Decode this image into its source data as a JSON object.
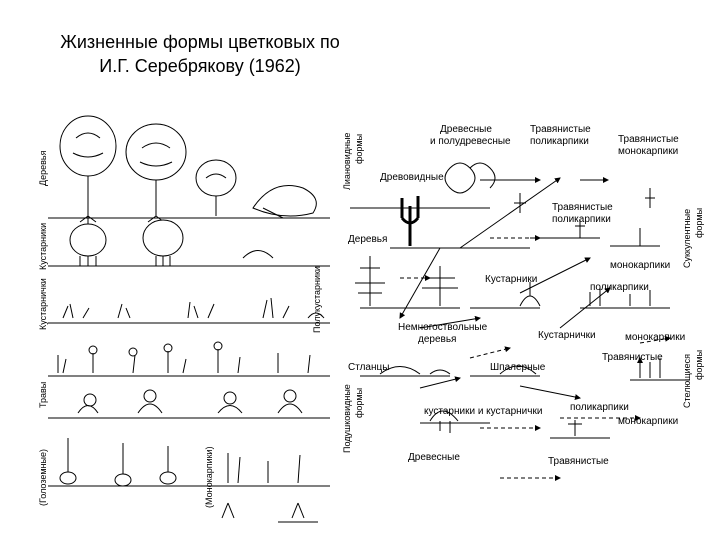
{
  "title": {
    "line1": "Жизненные формы цветковых по",
    "line2": "И.Г. Серебрякову (1962)"
  },
  "left_panel": {
    "row_labels": [
      "Деревья",
      "Кустарники",
      "Кустарнички",
      "Полукустарники",
      "Травы",
      "(Голоземные)",
      "(Монокарпики)"
    ]
  },
  "right_panel": {
    "labels": {
      "drevesnye": "Древесные",
      "i_polu": "и полудревесные",
      "trav_polikarpiki": "Травянистые",
      "polikarpiki1": "поликарпики",
      "trav_monokarpiki": "Травянистые",
      "monokarpiki1": "монокарпики",
      "drevovidnye": "Древовидные",
      "trav_polikarp2": "Травянистые",
      "polikarpiki2": "поликарпики",
      "derevya": "Деревья",
      "monokarpiki2": "монокарпики",
      "kustarniki": "Кустарники",
      "polikarpiki3": "поликарпики",
      "nemnogostvol1": "Немногоствольные",
      "nemnogostvol2": "деревья",
      "kustarnichki": "Кустарнички",
      "monokarpiki3": "монокарпики",
      "stlantsy": "Стланцы",
      "shpalernye": "Шпалерные",
      "travyanistye": "Травянистые",
      "kust_i_kustar": "кустарники и кустарнички",
      "polikarpiki4": "поликарпики",
      "monokarpiki4": "монокарпики",
      "drevesnye2": "Древесные",
      "travyanistye2": "Травянистые"
    },
    "vertical_labels": {
      "lianovidnye": "Лиановидные",
      "formy1": "формы",
      "sukkulentnye": "Суккулентные",
      "formy2": "формы",
      "podushko": "Подушковидные",
      "formy3": "формы",
      "stelyush": "Стелющиеся",
      "formy4": "формы"
    }
  }
}
